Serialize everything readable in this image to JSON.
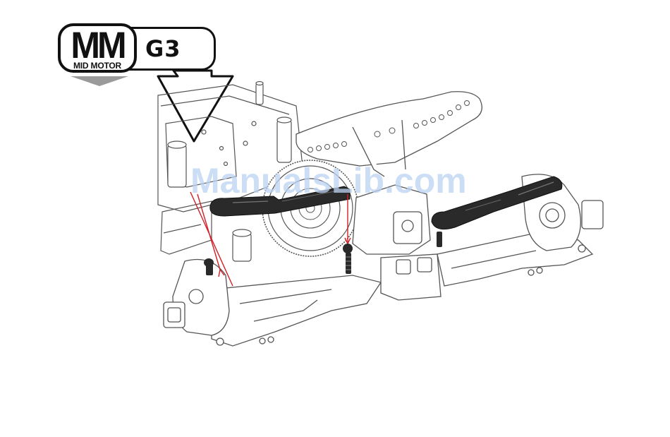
{
  "badge": {
    "letters": "MM",
    "subtitle": "MID MOTOR"
  },
  "step": {
    "code": "G3"
  },
  "watermark": {
    "text": "ManualsLib.com"
  },
  "colors": {
    "ink": "#111111",
    "line": "#444444",
    "accent_red": "#d21f26",
    "part_black": "#2a2a2a",
    "watermark": "#bcd3f2",
    "badge_triangle": "#9a9a9a"
  },
  "icons": {
    "direction": "down-arrow-outline-icon"
  }
}
